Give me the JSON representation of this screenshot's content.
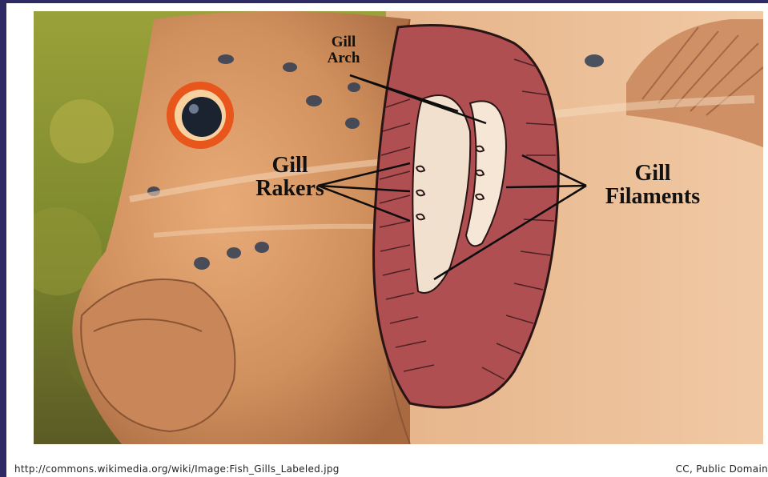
{
  "labels": {
    "arch_line1": "Gill",
    "arch_line2": "Arch",
    "rakers_line1": "Gill",
    "rakers_line2": "Rakers",
    "filaments_line1": "Gill",
    "filaments_line2": "Filaments"
  },
  "caption": {
    "source_url": "http://commons.wikimedia.org/wiki/Image:Fish_Gills_Labeled.jpg",
    "license": "CC, Public Domain"
  },
  "colors": {
    "slide_background": "#2e2a63",
    "fish_skin": "#d99a66",
    "gill_red": "#a8454a",
    "spots": "#2f3e55"
  }
}
